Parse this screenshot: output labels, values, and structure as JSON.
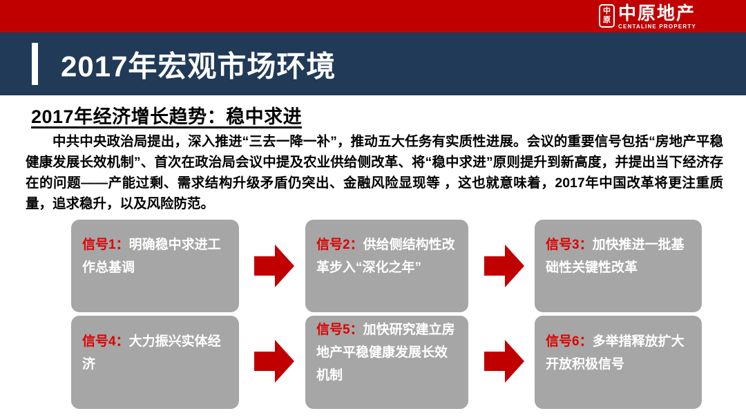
{
  "header": {
    "logo": {
      "seal_top": "中",
      "seal_bottom": "原",
      "name_cn": "中原地产",
      "name_en": "CENTALINE PROPERTY"
    }
  },
  "title_bar": {
    "title": "2017年宏观市场环境"
  },
  "section": {
    "heading": "2017年经济增长趋势：稳中求进",
    "paragraph": "中共中央政治局提出，深入推进“三去一降一补”，推动五大任务有实质性进展。会议的重要信号包括“房地产平稳健康发展长效机制”、首次在政治局会议中提及农业供给侧改革、将“稳中求进”原则提升到新高度，并提出当下经济存在的问题——产能过剩、需求结构升级矛盾仍突出、金融风险显现等 ，这也就意味着，2017年中国改革将更注重质量，追求稳升，以及风险防范。"
  },
  "signals": [
    {
      "label": "信号1：",
      "text": "明确稳中求进工作总基调"
    },
    {
      "label": "信号2：",
      "text": "供给侧结构性改革步入“深化之年”"
    },
    {
      "label": "信号3：",
      "text": "加快推进一批基础性关键性改革"
    },
    {
      "label": "信号4：",
      "text": "大力振兴实体经济"
    },
    {
      "label": "信号5：",
      "text": "加快研究建立房地产平稳健康发展长效机制"
    },
    {
      "label": "信号6：",
      "text": "多举措释放扩大开放积极信号"
    }
  ],
  "colors": {
    "brand_red": "#c00000",
    "navy": "#203a58",
    "box_gray": "#a6a6a6",
    "signal_label_red": "#dd0000"
  }
}
